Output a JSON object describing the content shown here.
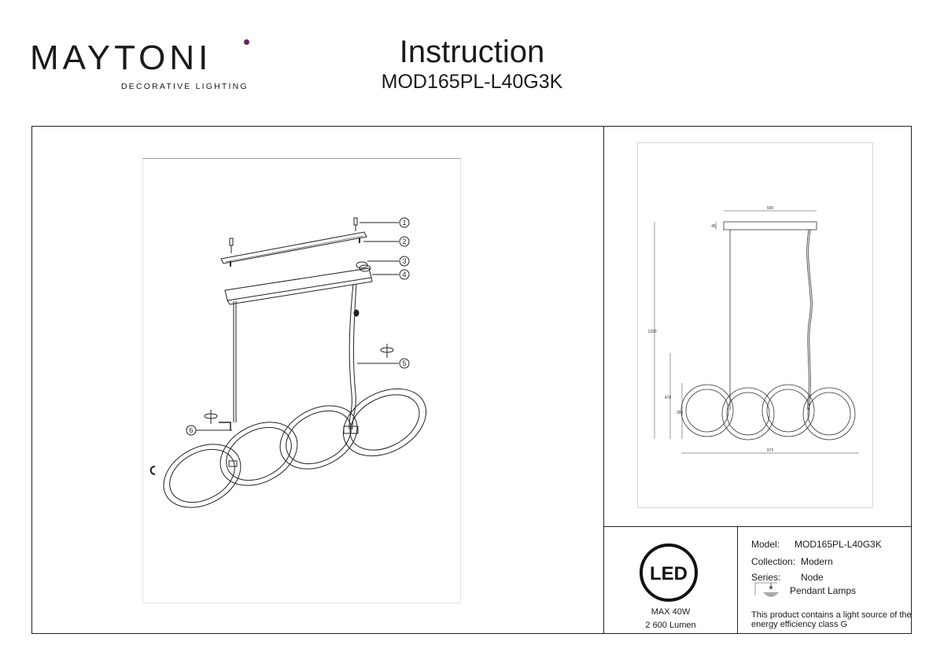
{
  "brand": {
    "name": "MAYTONI",
    "tagline": "DECORATIVE LIGHTING",
    "accent_color": "#6b1f5e"
  },
  "header": {
    "title": "Instruction",
    "model": "MOD165PL-L40G3K"
  },
  "diagram": {
    "callouts": [
      "1",
      "2",
      "3",
      "4",
      "5",
      "6"
    ],
    "dimensions": {
      "top_width": "500",
      "canopy_height": "45",
      "total_height": "1200",
      "ring_height_outer": "478",
      "ring_height_inner": "355",
      "total_width": "972"
    }
  },
  "specs": {
    "logo": "LED",
    "max_power": "MAX 40W",
    "lumen": "2 600 Lumen"
  },
  "info": {
    "model_label": "Model:",
    "model_value": "MOD165PL-L40G3K",
    "collection_label": "Collection:",
    "collection_value": "Modern",
    "series_label": "Series:",
    "series_value": "Node",
    "type_value": "Pendant Lamps",
    "energy_line1": "This product contains a light source of the",
    "energy_line2": "energy efficiency class G"
  }
}
